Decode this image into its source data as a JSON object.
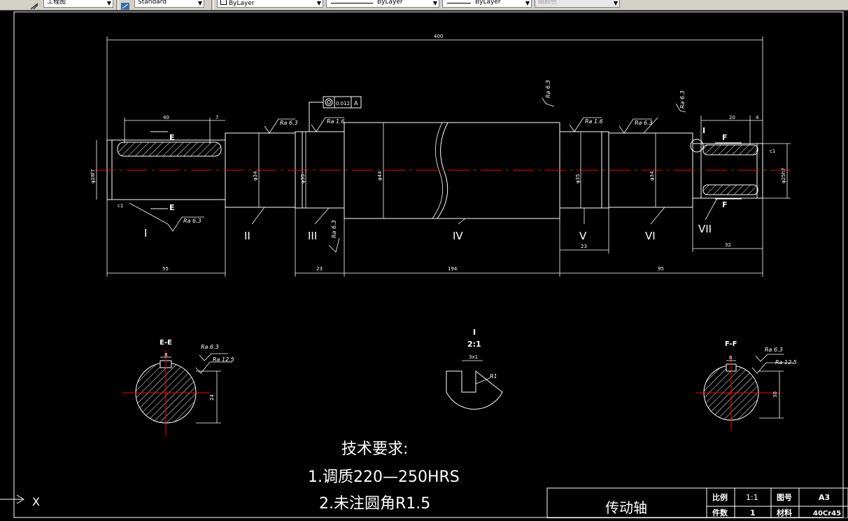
{
  "toolbar": {
    "style_combo": "工程图",
    "dimstyle_combo": "Standard",
    "layer_combo": "ByLayer",
    "linetype_combo": "ByLayer",
    "lineweight_combo": "ByLayer",
    "color_combo": "随颜色"
  },
  "drawing": {
    "dims": {
      "overall": "400",
      "d40": "40",
      "d7": "7",
      "d20": "20",
      "d4": "4",
      "d55": "55",
      "d23a": "23",
      "d194": "194",
      "d95": "95",
      "d23b": "23",
      "d32": "32",
      "diam_left": "φ28f7",
      "diam_II": "φ34",
      "diam_III": "φ35",
      "diam_IV": "φ44",
      "diam_V": "φ35",
      "diam_VI": "φ34",
      "diam_VII": "φ25h7",
      "c1_left": "c1",
      "c1_right": "c1"
    },
    "roughness": {
      "ra63": "Ra 6.3",
      "ra16": "Ra 1.6",
      "ra125": "Ra 12.5"
    },
    "tolerance_frame": {
      "value": "0.012",
      "datum": "A"
    },
    "section_labels": {
      "E_top": "E",
      "E_bottom": "E",
      "F_top": "F",
      "F_bottom": "F",
      "I_detail": "I"
    },
    "segments": [
      "I",
      "II",
      "III",
      "IV",
      "V",
      "VI",
      "VII"
    ],
    "views": {
      "ee_title": "E-E",
      "ee_dim_width": "8",
      "ee_dim_depth": "24",
      "detail_title": "I",
      "detail_scale": "2:1",
      "detail_dim": "3x1",
      "detail_radius": "R1",
      "ff_title": "F-F",
      "ff_dim_width": "6",
      "ff_dim_depth": "30"
    },
    "tech_requirements": {
      "title": "技术要求:",
      "item1": "1.调质220—250HRS",
      "item2": "2.未注圆角R1.5"
    },
    "title_block": {
      "name": "传动轴",
      "scale_label": "比例",
      "scale_value": "1:1",
      "drawing_no_label": "图号",
      "drawing_no_value": "A3",
      "qty_label": "件数",
      "qty_value": "1",
      "material_label": "材料",
      "material_value": "40Cr45"
    }
  },
  "command": {
    "axis_x": "X"
  },
  "colors": {
    "line": "#ffffff",
    "centerline": "#ff0000",
    "background": "#000000"
  }
}
